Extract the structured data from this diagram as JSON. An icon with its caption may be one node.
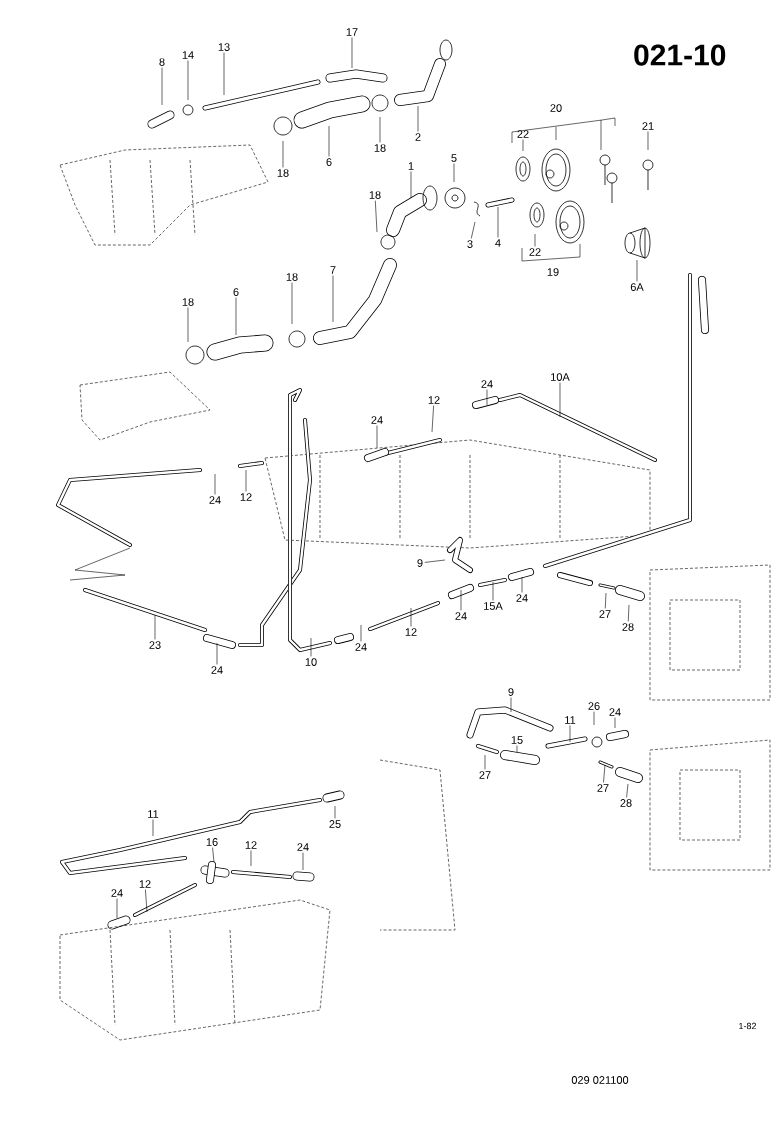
{
  "diagram": {
    "title": "021-10",
    "nodes": [
      {
        "text": [
          "8"
        ]
      },
      {
        "text": [
          "14"
        ]
      },
      {
        "text": [
          "13"
        ]
      },
      {
        "text": [
          "17"
        ]
      },
      {
        "text": [
          "18"
        ]
      },
      {
        "text": [
          "6"
        ]
      },
      {
        "text": [
          "18"
        ]
      },
      {
        "text": [
          "2"
        ]
      },
      {
        "text": [
          "20"
        ]
      },
      {
        "text": [
          "21"
        ]
      },
      {
        "text": [
          "22"
        ]
      },
      {
        "text": [
          "1"
        ]
      },
      {
        "text": [
          "5"
        ]
      },
      {
        "text": [
          "18"
        ]
      },
      {
        "text": [
          "3"
        ]
      },
      {
        "text": [
          "4"
        ]
      },
      {
        "text": [
          "22"
        ]
      },
      {
        "text": [
          "19"
        ]
      },
      {
        "text": [
          "6A"
        ]
      },
      {
        "text": [
          "18"
        ]
      },
      {
        "text": [
          "6"
        ]
      },
      {
        "text": [
          "18"
        ]
      },
      {
        "text": [
          "7"
        ]
      },
      {
        "text": [
          "24"
        ]
      },
      {
        "text": [
          "10A"
        ]
      },
      {
        "text": [
          "12"
        ]
      },
      {
        "text": [
          "24"
        ]
      },
      {
        "text": [
          "24"
        ]
      },
      {
        "text": [
          "12"
        ]
      },
      {
        "text": [
          "9"
        ]
      },
      {
        "text": [
          "23"
        ]
      },
      {
        "text": [
          "24"
        ]
      },
      {
        "text": [
          "10"
        ]
      },
      {
        "text": [
          "24"
        ]
      },
      {
        "text": [
          "12"
        ]
      },
      {
        "text": [
          "24"
        ]
      },
      {
        "text": [
          "15A"
        ]
      },
      {
        "text": [
          "24"
        ]
      },
      {
        "text": [
          "27"
        ]
      },
      {
        "text": [
          "28"
        ]
      },
      {
        "text": [
          "9"
        ]
      },
      {
        "text": [
          "11"
        ]
      },
      {
        "text": [
          "26"
        ]
      },
      {
        "text": [
          "24"
        ]
      },
      {
        "text": [
          "15"
        ]
      },
      {
        "text": [
          "27"
        ]
      },
      {
        "text": [
          "27"
        ]
      },
      {
        "text": [
          "28"
        ]
      },
      {
        "text": [
          "11"
        ]
      },
      {
        "text": [
          "25"
        ]
      },
      {
        "text": [
          "16"
        ]
      },
      {
        "text": [
          "12"
        ]
      },
      {
        "text": [
          "24"
        ]
      },
      {
        "text": [
          "24"
        ]
      },
      {
        "text": [
          "12"
        ]
      }
    ],
    "edges": [
      {
        "from": 0,
        "to": null,
        "arrow": "none"
      },
      {
        "from": 1,
        "to": null,
        "arrow": "none"
      },
      {
        "from": 2,
        "to": null,
        "arrow": "none"
      },
      {
        "from": 3,
        "to": null,
        "arrow": "none"
      },
      {
        "from": 4,
        "to": null,
        "arrow": "none"
      },
      {
        "from": 5,
        "to": null,
        "arrow": "none"
      },
      {
        "from": 6,
        "to": null,
        "arrow": "none"
      },
      {
        "from": 7,
        "to": null,
        "arrow": "none"
      },
      {
        "from": 9,
        "to": null,
        "arrow": "none"
      },
      {
        "from": 10,
        "to": null,
        "arrow": "none"
      },
      {
        "from": 11,
        "to": null,
        "arrow": "none"
      },
      {
        "from": 12,
        "to": null,
        "arrow": "none"
      },
      {
        "from": 13,
        "to": null,
        "arrow": "none"
      },
      {
        "from": 14,
        "to": null,
        "arrow": "none"
      },
      {
        "from": 15,
        "to": null,
        "arrow": "none"
      },
      {
        "from": 16,
        "to": null,
        "arrow": "none"
      },
      {
        "from": 18,
        "to": null,
        "arrow": "none"
      },
      {
        "from": 19,
        "to": null,
        "arrow": "none"
      },
      {
        "from": 20,
        "to": null,
        "arrow": "none"
      },
      {
        "from": 21,
        "to": null,
        "arrow": "none"
      },
      {
        "from": 22,
        "to": null,
        "arrow": "none"
      },
      {
        "from": 23,
        "to": null,
        "arrow": "none"
      },
      {
        "from": 24,
        "to": null,
        "arrow": "none"
      },
      {
        "from": 25,
        "to": null,
        "arrow": "none"
      },
      {
        "from": 26,
        "to": null,
        "arrow": "none"
      },
      {
        "from": 27,
        "to": null,
        "arrow": "none"
      },
      {
        "from": 28,
        "to": null,
        "arrow": "none"
      },
      {
        "from": 29,
        "to": null,
        "arrow": "none"
      },
      {
        "from": 30,
        "to": null,
        "arrow": "none"
      },
      {
        "from": 31,
        "to": null,
        "arrow": "none"
      },
      {
        "from": 32,
        "to": null,
        "arrow": "none"
      },
      {
        "from": 33,
        "to": null,
        "arrow": "none"
      },
      {
        "from": 34,
        "to": null,
        "arrow": "none"
      },
      {
        "from": 35,
        "to": null,
        "arrow": "none"
      },
      {
        "from": 36,
        "to": null,
        "arrow": "none"
      },
      {
        "from": 37,
        "to": null,
        "arrow": "none"
      },
      {
        "from": 38,
        "to": null,
        "arrow": "none"
      },
      {
        "from": 39,
        "to": null,
        "arrow": "none"
      },
      {
        "from": 40,
        "to": null,
        "arrow": "none"
      },
      {
        "from": 41,
        "to": null,
        "arrow": "none"
      },
      {
        "from": 42,
        "to": null,
        "arrow": "none"
      },
      {
        "from": 43,
        "to": null,
        "arrow": "none"
      },
      {
        "from": 44,
        "to": null,
        "arrow": "none"
      },
      {
        "from": 45,
        "to": null,
        "arrow": "none"
      },
      {
        "from": 46,
        "to": null,
        "arrow": "none"
      },
      {
        "from": 47,
        "to": null,
        "arrow": "none"
      },
      {
        "from": 48,
        "to": null,
        "arrow": "none"
      },
      {
        "from": 49,
        "to": null,
        "arrow": "none"
      },
      {
        "from": 50,
        "to": null,
        "arrow": "none"
      },
      {
        "from": 51,
        "to": null,
        "arrow": "none"
      },
      {
        "from": 52,
        "to": null,
        "arrow": "none"
      },
      {
        "from": 53,
        "to": null,
        "arrow": "none"
      },
      {
        "from": 54,
        "to": null,
        "arrow": "none"
      }
    ],
    "labels": [
      "1-82",
      "029 021100"
    ]
  }
}
